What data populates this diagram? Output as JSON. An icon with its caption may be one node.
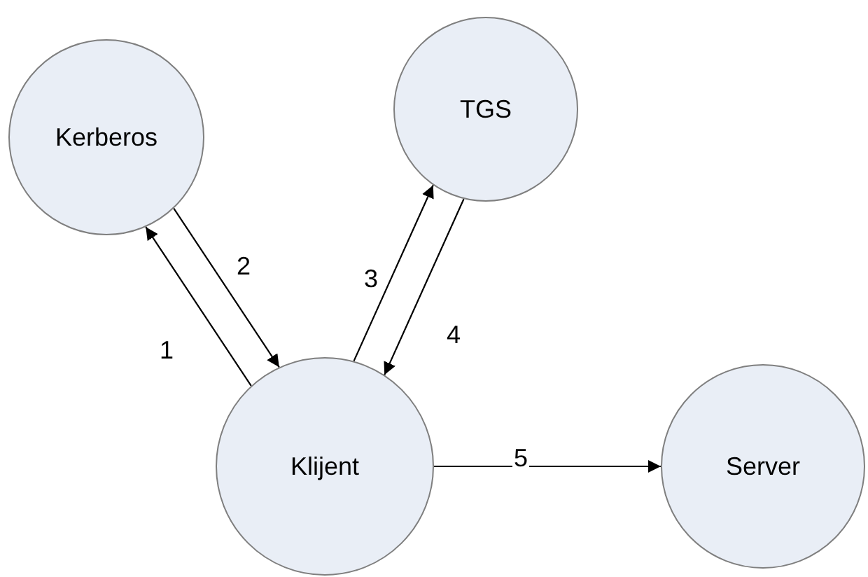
{
  "diagram": {
    "nodes": [
      {
        "text": [
          "Kerberos"
        ]
      },
      {
        "text": [
          "TGS"
        ]
      },
      {
        "text": [
          "Klijent"
        ]
      },
      {
        "text": [
          "Server"
        ]
      }
    ],
    "edges": [
      {
        "from": 2,
        "to": 0,
        "arrow": "to",
        "label": "1"
      },
      {
        "from": 0,
        "to": 2,
        "arrow": "to",
        "label": "2"
      },
      {
        "from": 2,
        "to": 1,
        "arrow": "to",
        "label": "3"
      },
      {
        "from": 1,
        "to": 2,
        "arrow": "to",
        "label": "4"
      },
      {
        "from": 2,
        "to": 3,
        "arrow": "to",
        "label": "5"
      }
    ]
  }
}
